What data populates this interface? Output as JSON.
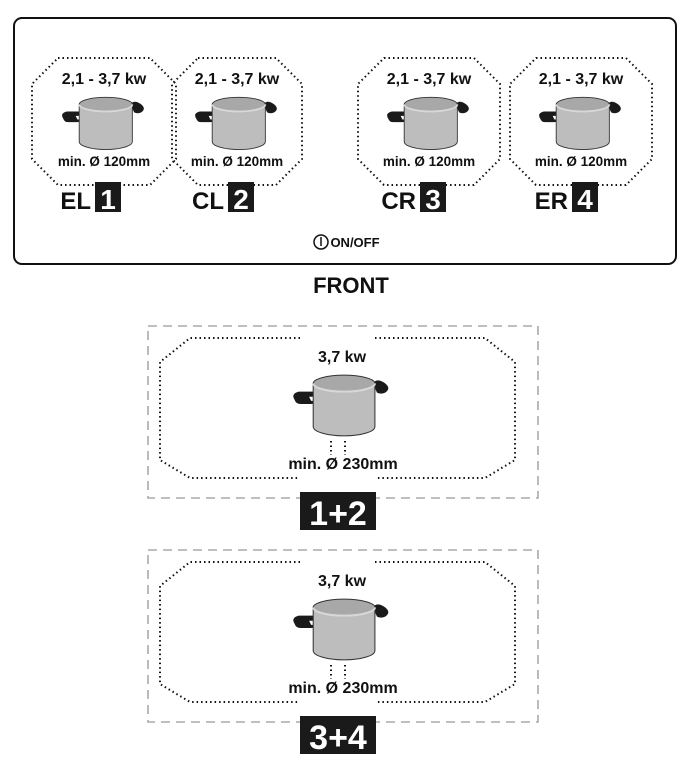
{
  "zones": [
    {
      "power": "2,1 - 3,7 kw",
      "min_diameter": "min. Ø 120mm",
      "code": "EL",
      "number": "1"
    },
    {
      "power": "2,1 - 3,7 kw",
      "min_diameter": "min. Ø 120mm",
      "code": "CL",
      "number": "2"
    },
    {
      "power": "2,1 - 3,7 kw",
      "min_diameter": "min. Ø 120mm",
      "code": "CR",
      "number": "3"
    },
    {
      "power": "2,1 - 3,7 kw",
      "min_diameter": "min. Ø 120mm",
      "code": "ER",
      "number": "4"
    }
  ],
  "on_off_label": "ON/OFF",
  "front_label": "FRONT",
  "bridges": [
    {
      "power": "3,7 kw",
      "min_diameter": "min. Ø 230mm",
      "label": "1+2"
    },
    {
      "power": "3,7 kw",
      "min_diameter": "min. Ø 230mm",
      "label": "3+4"
    }
  ],
  "colors": {
    "pot_body": "#bdbdbd",
    "pot_top": "#a8a8a8",
    "handle": "#1a1a1a",
    "badge": "#1a1a1a",
    "bridge_border": "#aaaaaa"
  }
}
